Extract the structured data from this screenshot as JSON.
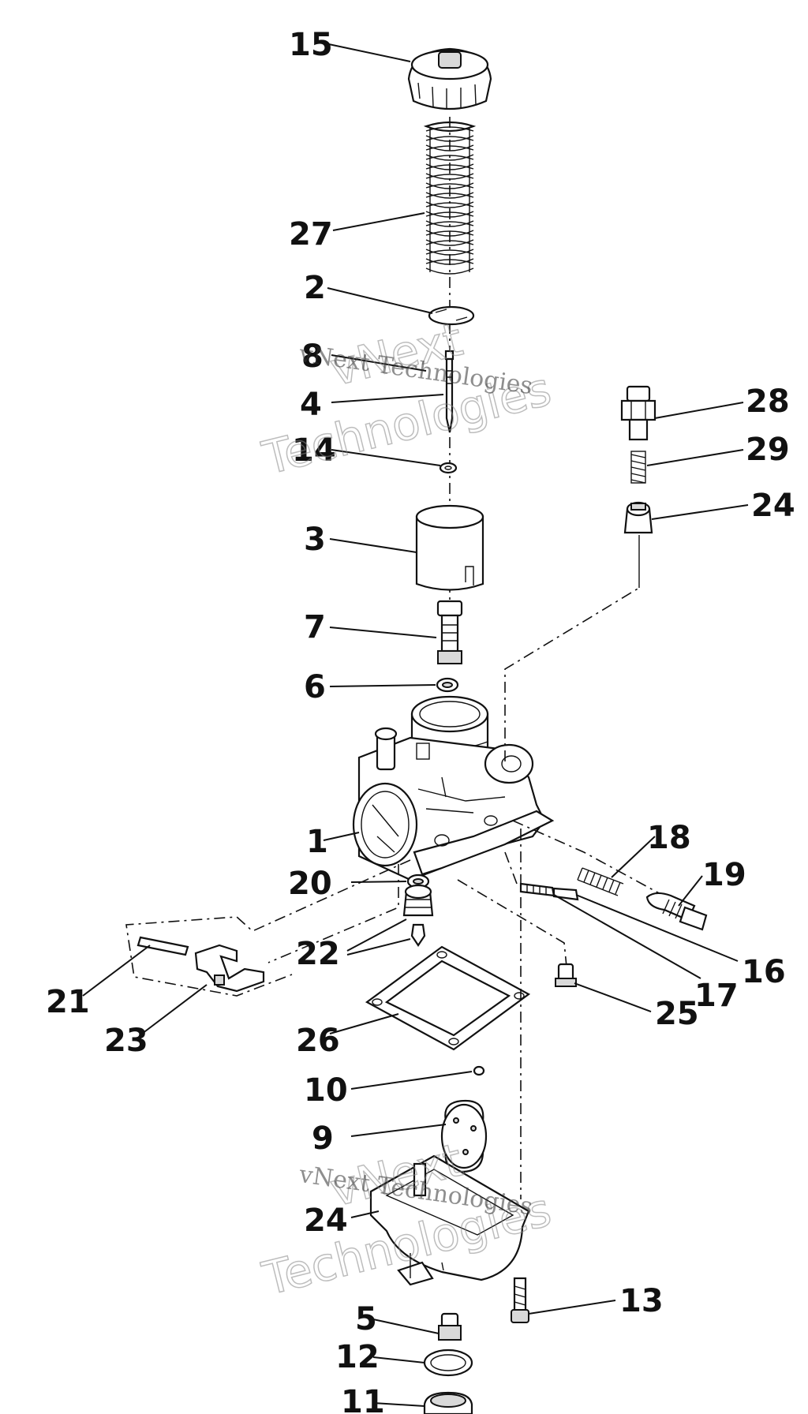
{
  "labels": {
    "l15": "15",
    "l27": "27",
    "l2": "2",
    "l8": "8",
    "l4": "4",
    "l14": "14",
    "l3": "3",
    "l7": "7",
    "l6": "6",
    "l1": "1",
    "l20": "20",
    "l22": "22",
    "l21": "21",
    "l23": "23",
    "l26": "26",
    "l10": "10",
    "l9": "9",
    "l24b": "24",
    "l5": "5",
    "l12": "12",
    "l11": "11",
    "l13": "13",
    "l28": "28",
    "l29": "29",
    "l24a": "24",
    "l18": "18",
    "l19": "19",
    "l16": "16",
    "l17": "17",
    "l25": "25"
  },
  "watermark": {
    "line1": "vNext Technologies",
    "outline_top": "vNext",
    "outline_bottom": "Technologies"
  }
}
